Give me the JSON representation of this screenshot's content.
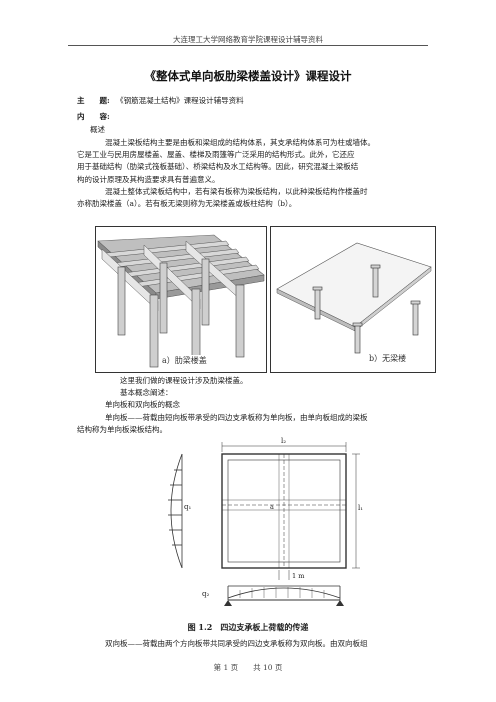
{
  "header": {
    "text": "大连理工大学网络教育学院课程设计辅导资料"
  },
  "title": "《整体式单向板肋梁楼盖设计》课程设计",
  "subject": {
    "label": "主　　题:",
    "value": "《钢筋混凝土结构》课程设计辅导资料"
  },
  "content_label": "内　　容:",
  "overview_heading": "概述",
  "intro_lines": [
    "混凝土梁板结构主要是由板和梁组成的结构体系，其支承结构体系可为柱或墙体。",
    "它是工业与民用房屋楼盖、屋盖、楼梯及雨篷等广泛采用的结构形式。此外，它还应",
    "用于基础结构（肋梁式筏板基础）、桥梁结构及水工结构等。因此，研究混凝土梁板结",
    "构的设计原理及其构造要求具有普遍意义。",
    "混凝土整体式梁板结构中，若有梁有板称为梁板结构，以此种梁板结构作楼盖时",
    "亦称肋梁楼盖（a）。若有板无梁则称为无梁楼盖或板柱结构（b）。"
  ],
  "figure_a_caption": "a）肋梁楼盖",
  "figure_b_caption": "b）无梁楼",
  "after_lines": [
    "这里我们做的课程设计涉及肋梁楼盖。",
    "基本概念阐述：",
    "单向板和双向板的概念",
    "单向板——荷载由短向板带承受的四边支承板称为单向板，由单向板组成的梁板",
    "结构称为单向板梁板结构。"
  ],
  "diagram": {
    "label_l2": "l₂",
    "label_l1": "l₁",
    "label_q1": "q₁",
    "label_q2": "q₂",
    "label_a": "a",
    "label_1m": "1 m",
    "caption": "图 1.2　四边支承板上荷载的传递"
  },
  "final_line": "双向板——荷载由两个方向板带共同承受的四边支承板称为双向板。由双向板组",
  "footer": "第 1 页　　共 10 页"
}
